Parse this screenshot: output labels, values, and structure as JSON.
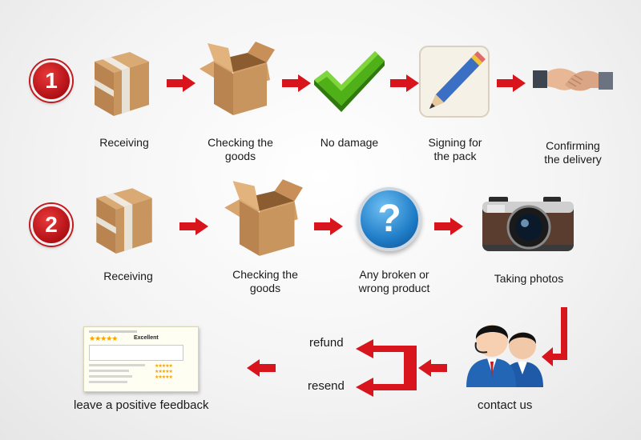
{
  "row1": {
    "badge": "1",
    "steps": [
      {
        "label": "Receiving"
      },
      {
        "label": "Checking the\ngoods"
      },
      {
        "label": "No damage"
      },
      {
        "label": "Signing for\nthe pack"
      },
      {
        "label": "Confirming\nthe delivery"
      }
    ]
  },
  "row2": {
    "badge": "2",
    "steps": [
      {
        "label": "Receiving"
      },
      {
        "label": "Checking the\ngoods"
      },
      {
        "label": "Any broken or\nwrong product"
      },
      {
        "label": "Taking photos"
      }
    ]
  },
  "row3": {
    "contact_label": "contact us",
    "refund_label": "refund",
    "resend_label": "resend",
    "feedback_label": "leave a positive feedback",
    "feedback_card": {
      "rating_word": "Excellent",
      "stars": 5
    }
  },
  "colors": {
    "arrow": "#d8141c",
    "box": "#c8955e",
    "check": "#4fb017",
    "question": "#1f7cc7"
  }
}
